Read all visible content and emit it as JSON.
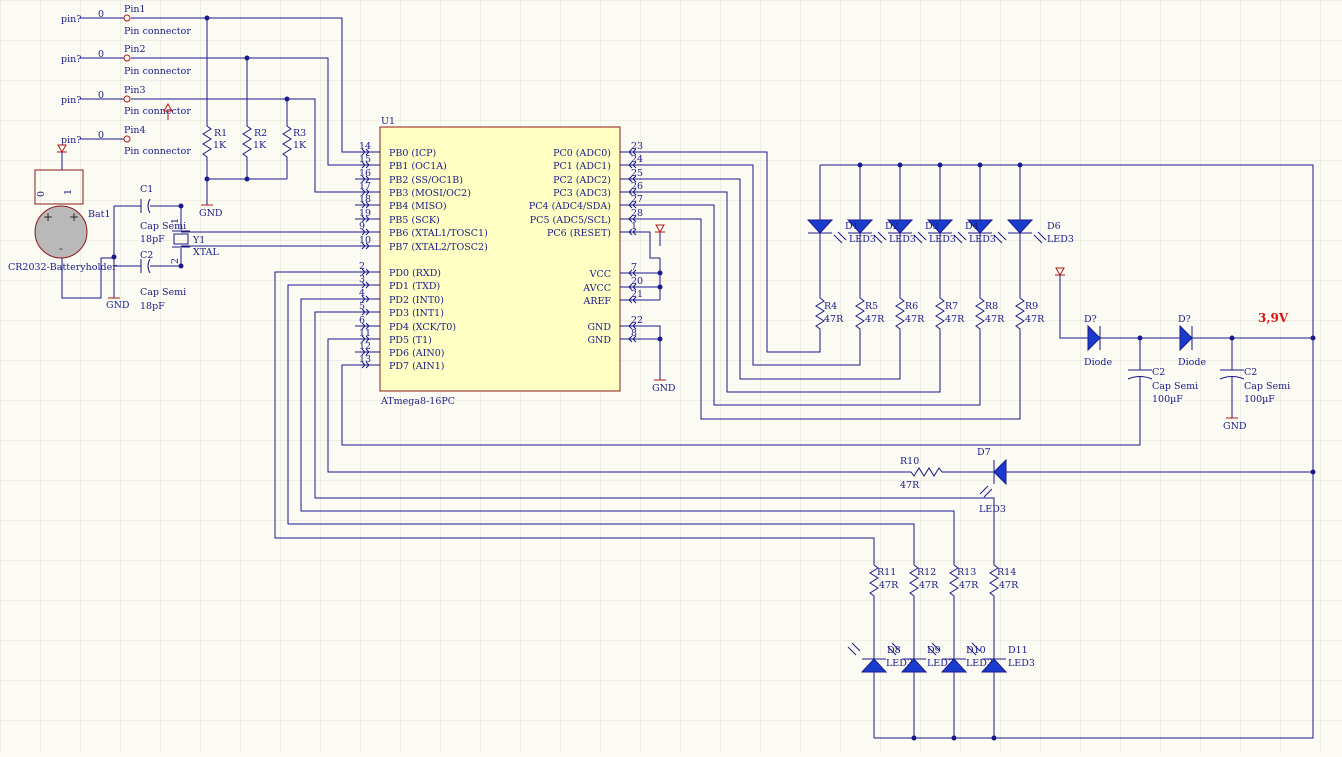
{
  "pins": [
    {
      "net": "pin?",
      "num": "0",
      "ref": "Pin1",
      "desc": "Pin connector"
    },
    {
      "net": "pin?",
      "num": "0",
      "ref": "Pin2",
      "desc": "Pin connector"
    },
    {
      "net": "pin?",
      "num": "0",
      "ref": "Pin3",
      "desc": "Pin connector"
    },
    {
      "net": "pin?",
      "num": "0",
      "ref": "Pin4",
      "desc": "Pin connector"
    }
  ],
  "pullups": [
    {
      "ref": "R1",
      "val": "1K"
    },
    {
      "ref": "R2",
      "val": "1K"
    },
    {
      "ref": "R3",
      "val": "1K"
    }
  ],
  "gnd_label": "GND",
  "battery": {
    "ref": "Bat1",
    "name": "CR2032-Batteryholder",
    "pin0": "0",
    "pin1": "1",
    "plus": "+",
    "minus": "-"
  },
  "caps": [
    {
      "ref": "C1",
      "desc": "Cap Semi",
      "val": "18pF"
    },
    {
      "ref": "C2",
      "desc": "Cap Semi",
      "val": "18pF"
    }
  ],
  "crystal": {
    "ref": "Y1",
    "name": "XTAL",
    "pin1": "1",
    "pin2": "2"
  },
  "mcu": {
    "ref": "U1",
    "part": "ATmega8-16PC",
    "left_pins": [
      {
        "num": "14",
        "name": "PB0 (ICP)"
      },
      {
        "num": "15",
        "name": "PB1 (OC1A)"
      },
      {
        "num": "16",
        "name": "PB2 (SS/OC1B)"
      },
      {
        "num": "17",
        "name": "PB3 (MOSI/OC2)"
      },
      {
        "num": "18",
        "name": "PB4 (MISO)"
      },
      {
        "num": "19",
        "name": "PB5 (SCK)"
      },
      {
        "num": "9",
        "name": "PB6 (XTAL1/TOSC1)"
      },
      {
        "num": "10",
        "name": "PB7 (XTAL2/TOSC2)"
      },
      {
        "num": "2",
        "name": "PD0 (RXD)"
      },
      {
        "num": "3",
        "name": "PD1 (TXD)"
      },
      {
        "num": "4",
        "name": "PD2 (INT0)"
      },
      {
        "num": "5",
        "name": "PD3 (INT1)"
      },
      {
        "num": "6",
        "name": "PD4 (XCK/T0)"
      },
      {
        "num": "11",
        "name": "PD5 (T1)"
      },
      {
        "num": "12",
        "name": "PD6 (AIN0)"
      },
      {
        "num": "13",
        "name": "PD7 (AIN1)"
      }
    ],
    "right_pins": [
      {
        "num": "23",
        "name": "PC0 (ADC0)"
      },
      {
        "num": "24",
        "name": "PC1 (ADC1)"
      },
      {
        "num": "25",
        "name": "PC2 (ADC2)"
      },
      {
        "num": "26",
        "name": "PC3 (ADC3)"
      },
      {
        "num": "27",
        "name": "PC4 (ADC4/SDA)"
      },
      {
        "num": "28",
        "name": "PC5 (ADC5/SCL)"
      },
      {
        "num": "1",
        "name": "PC6 (RESET)"
      },
      {
        "num": "7",
        "name": "VCC"
      },
      {
        "num": "20",
        "name": "AVCC"
      },
      {
        "num": "21",
        "name": "AREF"
      },
      {
        "num": "22",
        "name": "GND"
      },
      {
        "num": "8",
        "name": "GND"
      }
    ]
  },
  "top_leds": [
    {
      "ref": "",
      "val": ""
    },
    {
      "ref": "D1",
      "val": "LED3"
    },
    {
      "ref": "D2",
      "val": "LED3"
    },
    {
      "ref": "D3",
      "val": "LED3"
    },
    {
      "ref": "D4",
      "val": "LED3"
    },
    {
      "ref": "D6",
      "val": "LED3"
    }
  ],
  "top_resistors": [
    {
      "ref": "R4",
      "val": "47R"
    },
    {
      "ref": "R5",
      "val": "47R"
    },
    {
      "ref": "R6",
      "val": "47R"
    },
    {
      "ref": "R7",
      "val": "47R"
    },
    {
      "ref": "R8",
      "val": "47R"
    },
    {
      "ref": "R9",
      "val": "47R"
    }
  ],
  "diodes": [
    {
      "ref": "D?",
      "val": "Diode"
    },
    {
      "ref": "D?",
      "val": "Diode"
    }
  ],
  "supply_caps": [
    {
      "ref": "C2",
      "desc": "Cap Semi",
      "val": "100µF"
    },
    {
      "ref": "C2",
      "desc": "Cap Semi",
      "val": "100µF"
    }
  ],
  "voltage_label": "3,9V",
  "mid_resistor": {
    "ref": "R10",
    "val": "47R"
  },
  "mid_led": {
    "ref": "D7",
    "val": "LED3"
  },
  "bottom_resistors": [
    {
      "ref": "R11",
      "val": "47R"
    },
    {
      "ref": "R12",
      "val": "47R"
    },
    {
      "ref": "R13",
      "val": "47R"
    },
    {
      "ref": "R14",
      "val": "47R"
    }
  ],
  "bottom_leds": [
    {
      "ref": "D8",
      "val": "LED3"
    },
    {
      "ref": "D9",
      "val": "LED3"
    },
    {
      "ref": "D10",
      "val": "LED3"
    },
    {
      "ref": "D11",
      "val": "LED3"
    }
  ],
  "colors": {
    "wire": "#1a1a8c",
    "component_outline": "#8c1818",
    "chip_fill": "#ffffc4",
    "voltage_text": "#e01010",
    "background": "#fbfbf3",
    "grid": "#e2e2d6"
  }
}
